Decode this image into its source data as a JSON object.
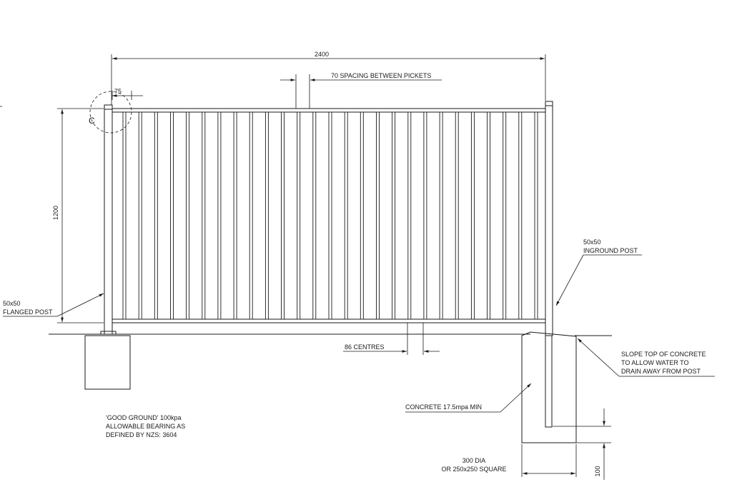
{
  "dims": {
    "width": "2400",
    "height": "1200",
    "spacing": "70 SPACING BETWEEN PICKETS",
    "top_detail": "75",
    "centres": "86 CENTRES",
    "footing_depth": "100"
  },
  "detail_marker": "C",
  "callouts": {
    "flanged_post_1": "50x50",
    "flanged_post_2": "FLANGED POST",
    "inground_post_1": "50x50",
    "inground_post_2": "INGROUND POST",
    "slope_1": "SLOPE TOP OF CONCRETE",
    "slope_2": "TO ALLOW WATER TO",
    "slope_3": "DRAIN AWAY FROM POST",
    "concrete": "CONCRETE 17.5mpa MIN",
    "footing_1": "300 DIA",
    "footing_2": "OR 250x250 SQUARE"
  },
  "notes": {
    "ground_1": "'GOOD GROUND' 100kpa",
    "ground_2": "ALLOWABLE BEARING AS",
    "ground_3": "DEFINED BY NZS: 3604"
  }
}
